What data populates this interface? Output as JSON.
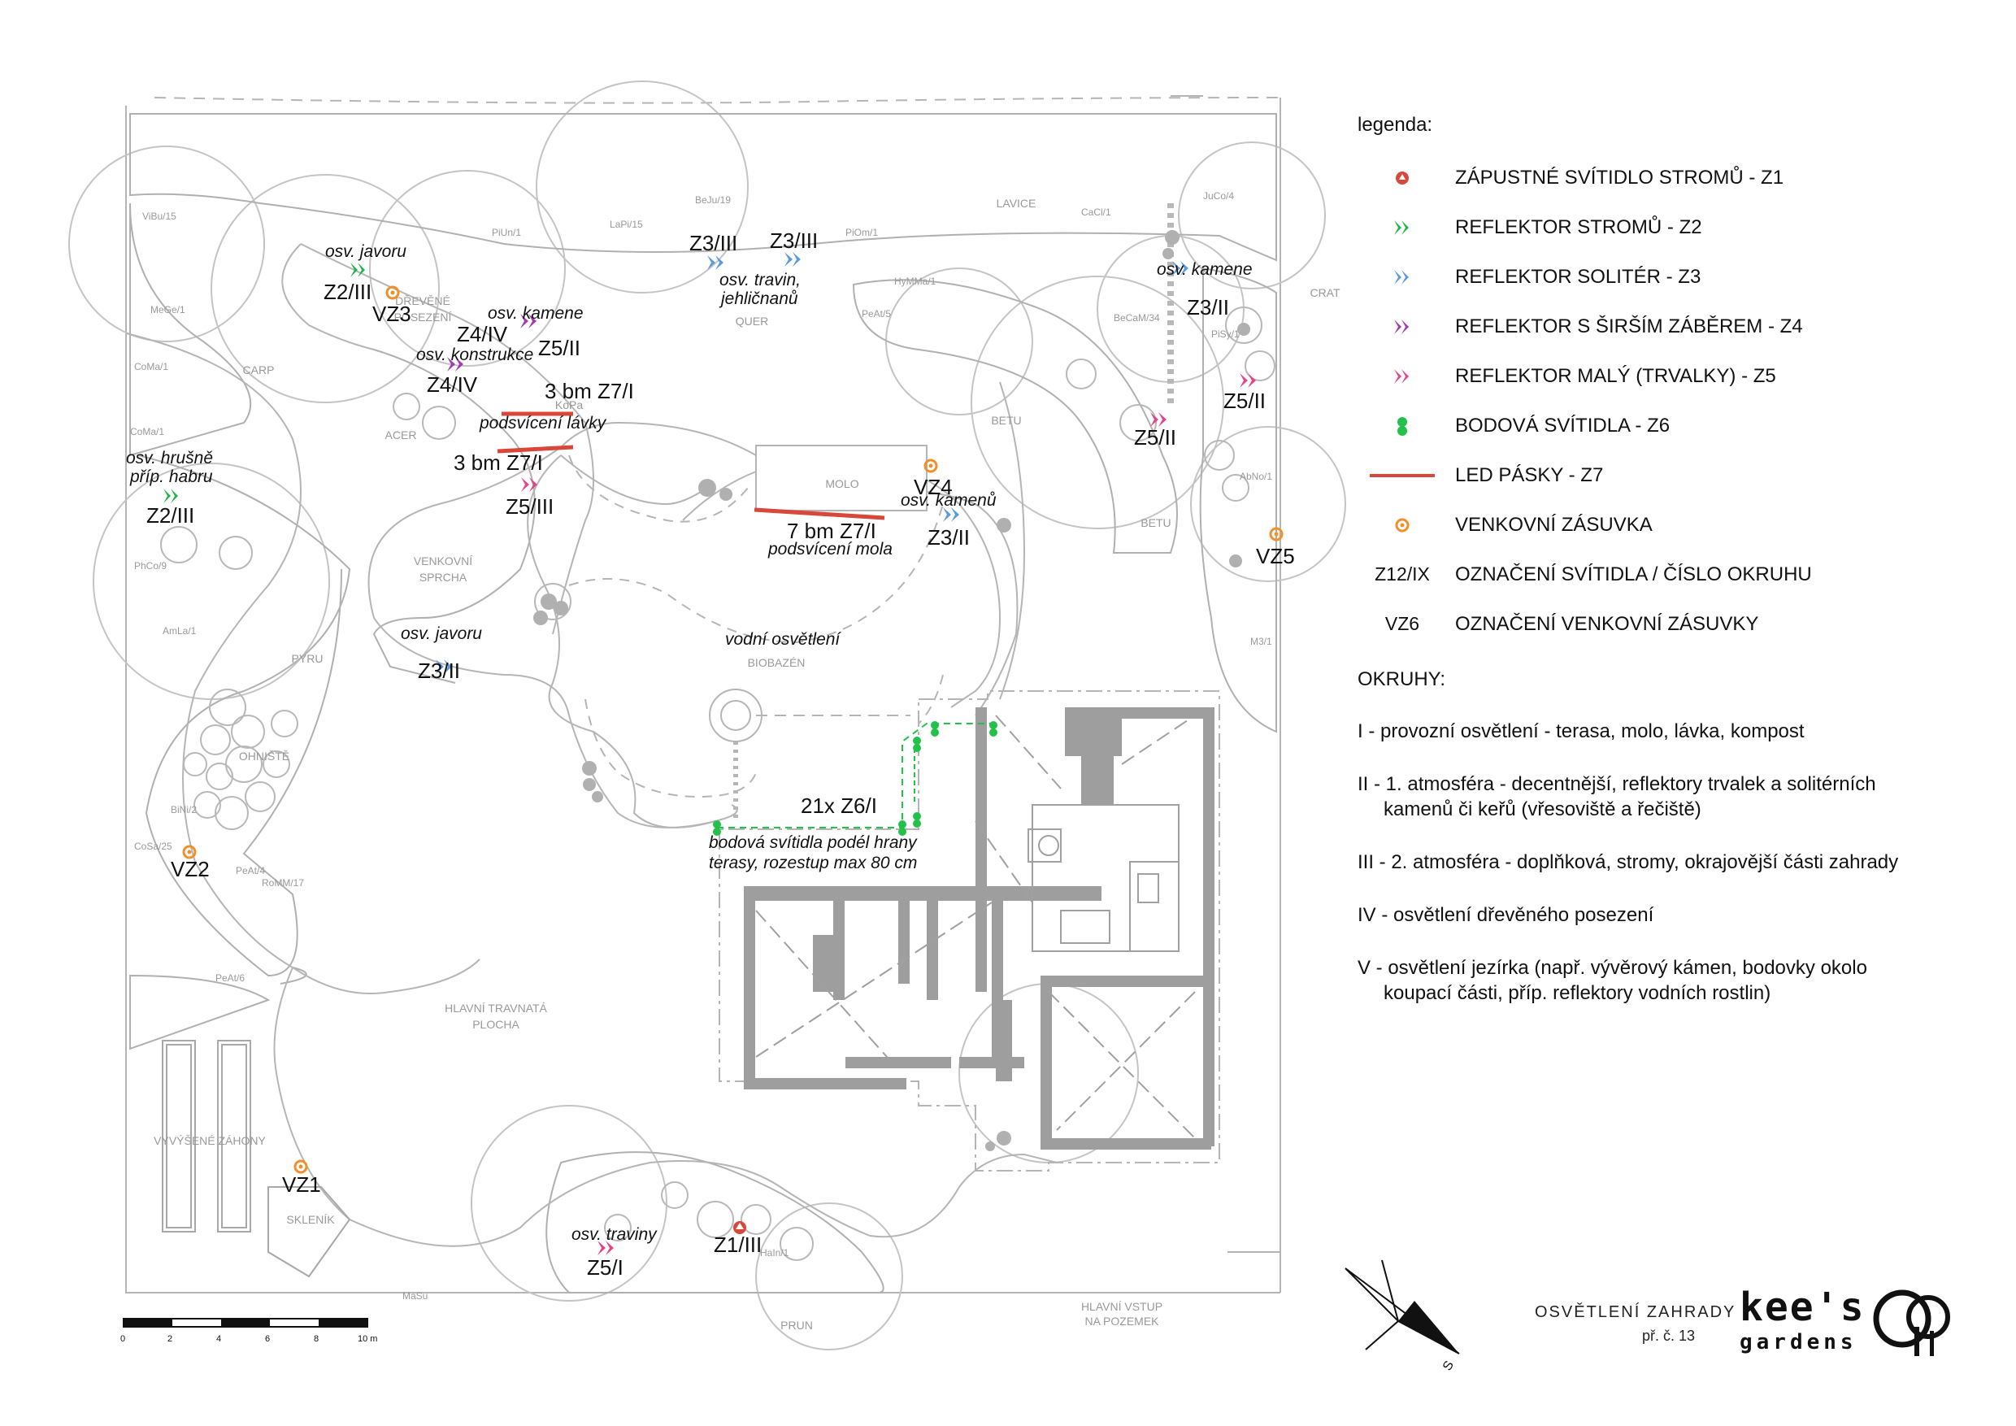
{
  "legend": {
    "title": "legenda:",
    "items": [
      {
        "symbol": "",
        "color": "#d9473a",
        "text": "ZÁPUSTNÉ SVÍTIDLO STROMŮ - Z1"
      },
      {
        "symbol": "",
        "color": "#22b34a",
        "text": "REFLEKTOR STROMŮ - Z2"
      },
      {
        "symbol": "",
        "color": "#5a9be0",
        "text": "REFLEKTOR SOLITÉR - Z3"
      },
      {
        "symbol": "",
        "color": "#a23bb0",
        "text": "REFLEKTOR S ŠIRŠÍM ZÁBĚREM - Z4"
      },
      {
        "symbol": "",
        "color": "#e2468a",
        "text": "REFLEKTOR MALÝ (TRVALKY) - Z5"
      },
      {
        "symbol": "",
        "color": "#22c24a",
        "text": "BODOVÁ SVÍTIDLA - Z6"
      },
      {
        "symbol": "",
        "color": "#d9473a",
        "text": "LED PÁSKY - Z7"
      },
      {
        "symbol": "",
        "color": "#f0902a",
        "text": "VENKOVNÍ ZÁSUVKA"
      },
      {
        "symbol": "Z12/IX",
        "color": "#111111",
        "text": "OZNAČENÍ SVÍTIDLA / ČÍSLO OKRUHU"
      },
      {
        "symbol": "VZ6",
        "color": "#111111",
        "text": "OZNAČENÍ VENKOVNÍ ZÁSUVKY"
      }
    ]
  },
  "circuits": {
    "heading": "OKRUHY:",
    "items": [
      {
        "line1": "I - provozní osvětlení - terasa, molo, lávka, kompost",
        "line2": ""
      },
      {
        "line1": "II - 1. atmosféra - decentnější, reflektory trvalek a solitérních",
        "line2": "kamenů či keřů (vřesoviště a řečiště)"
      },
      {
        "line1": "III - 2. atmosféra - doplňková, stromy, okrajovější části zahrady",
        "line2": ""
      },
      {
        "line1": "IV - osvětlení dřevěného posezení",
        "line2": ""
      },
      {
        "line1": "V - osvětlení jezírka (např. vývěrový kámen, bodovky okolo",
        "line2": "koupací části, příp. reflektory vodních rostlin)"
      }
    ]
  },
  "plan": {
    "labels": {
      "osv_javoru_1": "osv. javoru",
      "z2_3_a": "Z2/III",
      "vz3": "VZ3",
      "osv_kamene_1": "osv. kamene",
      "z4_4_a": "Z4/IV",
      "z5_2_a": "Z5/II",
      "osv_konstrukce": "osv. konstrukce",
      "z4_4_b": "Z4/IV",
      "led_lavka_top": "3 bm Z7/I",
      "podsviceni_lavky": "podsvícení lávky",
      "led_lavka_bottom": "3 bm Z7/I",
      "z5_3": "Z5/III",
      "osv_hrusne": "osv. hrušně",
      "prip_habru": "příp. habru",
      "z2_3_b": "Z2/III",
      "osv_javoru_2": "osv. javoru",
      "z3_2_a": "Z3/II",
      "vz2": "VZ2",
      "vz1": "VZ1",
      "osv_traviny": "osv. traviny",
      "z5_1": "Z5/I",
      "z1_3": "Z1/III",
      "z3_3_a": "Z3/III",
      "z3_3_b": "Z3/III",
      "osv_travin": "osv. travin,",
      "jehlicnanu": "jehličnanů",
      "vz4": "VZ4",
      "osv_kamenu": "osv. kamenů",
      "z3_2_b": "Z3/II",
      "led_molo": "7 bm Z7/I",
      "podsviceni_mola": "podsvícení mola",
      "vodni_osvetleni": "vodní osvětlení",
      "z6_count": "21x Z6/I",
      "bodova_1": "bodová svítidla podél hrany",
      "bodova_2": "terasy, rozestup max 80 cm",
      "osv_kamene_2": "osv. kamene",
      "z3_2_c": "Z3/II",
      "z5_2_b": "Z5/II",
      "z5_2_c": "Z5/II",
      "vz5": "VZ5"
    },
    "zones": {
      "drevene_1": "DŘEVĚNÉ",
      "drevene_2": "POSEZENÍ",
      "carp": "CARP",
      "acer": "ACER",
      "quer": "QUER",
      "molo": "MOLO",
      "biobazen": "BIOBAZÉN",
      "venkovni_1": "VENKOVNÍ",
      "venkovni_2": "SPRCHA",
      "betu_1": "BETU",
      "betu_2": "BETU",
      "crat": "CRAT",
      "lavice": "LAVICE",
      "pyru": "PYRU",
      "ohniste": "OHNIŠTĚ",
      "hlavni_1": "HLAVNÍ TRAVNATÁ",
      "hlavni_2": "PLOCHA",
      "zahony": "VYVÝŠENÉ ZÁHONY",
      "sklenik": "SKLENÍK",
      "prun": "PRUN",
      "vstup_1": "HLAVNÍ VSTUP",
      "vstup_2": "NA POZEMEK",
      "kopa": "KoPa"
    },
    "plant_labels": [
      "ViBu/15",
      "MeGe/1",
      "CoMa/1",
      "BeJu/19",
      "PiUn/1",
      "LaPi/15",
      "CaCl/1",
      "PiOm/1",
      "HyMMa/1",
      "PeAt/5",
      "BeCaM/34",
      "PiSy/1",
      "AbNo/1",
      "M3/1",
      "PhCo/9",
      "AmLa/1",
      "BiNi/2",
      "CoSa/25",
      "PeAt/4",
      "RoMM/17",
      "PeAt/6",
      "HaIn/1",
      "MaSu",
      "CoMa/1",
      "JuCo/4"
    ],
    "scale": {
      "ticks": [
        "0",
        "2",
        "4",
        "6",
        "8",
        "10 m"
      ]
    },
    "compass_letter": "S"
  },
  "footer": {
    "title": "OSVĚTLENÍ ZAHRADY",
    "number": "př. č. 13",
    "brand_top": "kee's",
    "brand_bottom": "gardens"
  },
  "colors": {
    "line": "#b5b5b5",
    "wall": "#9a9a9a",
    "led": "#d9473a",
    "socket": "#f0902a",
    "green": "#22c24a"
  }
}
